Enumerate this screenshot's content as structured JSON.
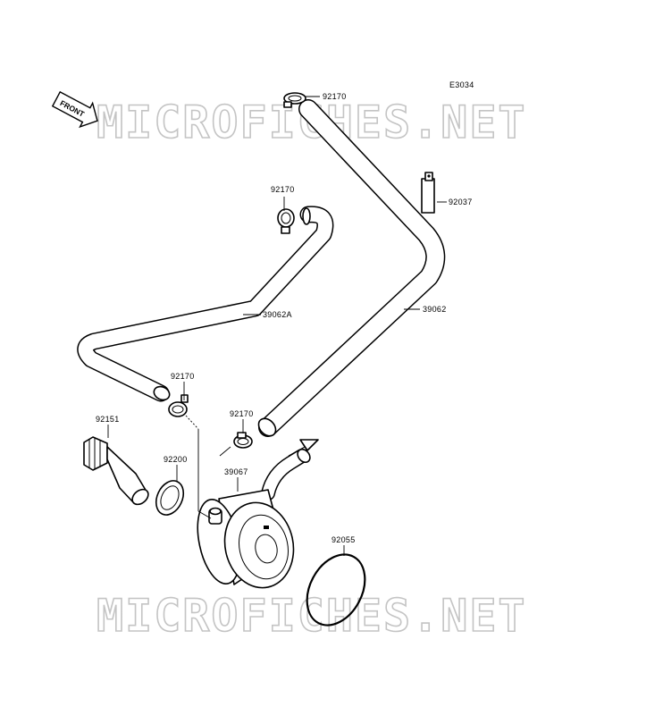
{
  "figure_code": "E3034",
  "front_label": "FRONT",
  "watermark_text": "MICROFICHES.NET",
  "labels": {
    "clamp_top": "92170",
    "clamp_mid": "92170",
    "clamp_lower_left": "92170",
    "clamp_lower_right": "92170",
    "band": "92037",
    "hose_a": "39062A",
    "hose": "39062",
    "fitting": "92151",
    "washer": "92200",
    "cooler": "39067",
    "oring": "92055"
  }
}
